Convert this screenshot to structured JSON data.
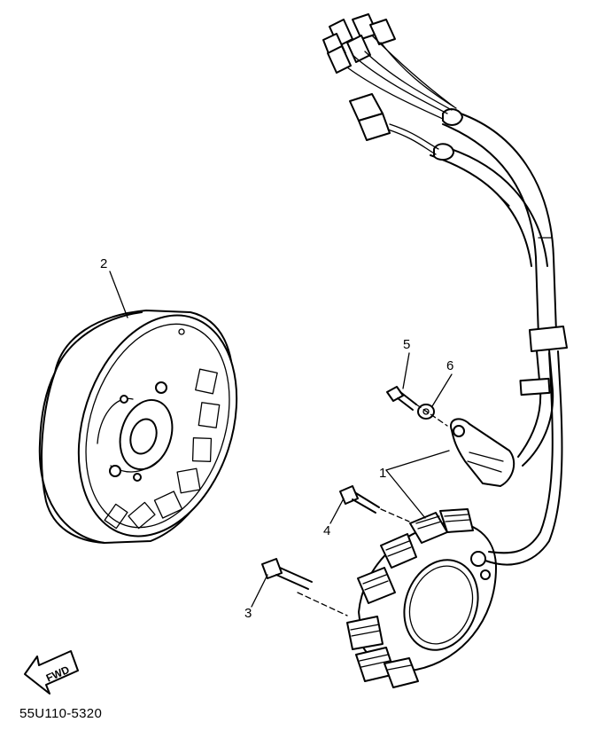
{
  "callouts": {
    "p1": "1",
    "p2": "2",
    "p3": "3",
    "p4": "4",
    "p5": "5",
    "p6": "6"
  },
  "fwd_label": "FWD",
  "part_code": "55U110-5320"
}
